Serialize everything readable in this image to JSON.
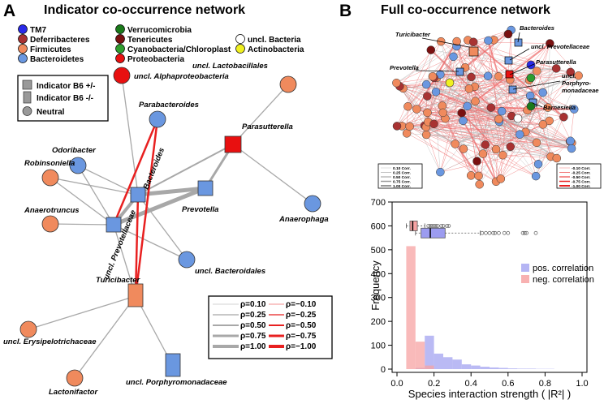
{
  "panel_a": {
    "letter": "A",
    "title": "Indicator co-occurrence network",
    "phyla": [
      {
        "name": "TM7",
        "color": "#2a2ae8"
      },
      {
        "name": "Deferribacteres",
        "color": "#a83232"
      },
      {
        "name": "Firmicutes",
        "color": "#f08a5d"
      },
      {
        "name": "Bacteroidetes",
        "color": "#6a97e0"
      },
      {
        "name": "Verrucomicrobia",
        "color": "#1a7a1a"
      },
      {
        "name": "Tenericutes",
        "color": "#7a1010"
      },
      {
        "name": "Cyanobacteria/Chloroplast",
        "color": "#2e9e2e"
      },
      {
        "name": "Proteobacteria",
        "color": "#e81010"
      },
      {
        "name": "uncl. Bacteria",
        "color": "#ffffff"
      },
      {
        "name": "Actinobacteria",
        "color": "#f0f020"
      }
    ],
    "shape_legend": [
      "Indicator B6 +/-",
      "Indicator B6 -/-",
      "Neutral"
    ],
    "rho_legend": {
      "positive": [
        "ρ=0.10",
        "ρ=0.25",
        "ρ=0.50",
        "ρ=0.75",
        "ρ=1.00"
      ],
      "negative": [
        "ρ=−0.10",
        "ρ=−0.25",
        "ρ=−0.50",
        "ρ=−0.75",
        "ρ=−1.00"
      ]
    },
    "nodes": {
      "lactobacillales": "uncl. Lactobacillales",
      "alphaproteobacteria": "uncl. Alphaproteobacteria",
      "odoribacter": "Odoribacter",
      "parabacteroides": "Parabacteroides",
      "parasutterella": "Parasutterella",
      "robinsoniella": "Robinsoniella",
      "bacteroides": "Bacteroides",
      "anaerophaga": "Anaerophaga",
      "anaerotruncus": "Anaerotruncus",
      "prevotella": "Prevotella",
      "prevotellaceae": "uncl. Prevotellaceae",
      "bacteroidales": "uncl. Bacteroidales",
      "turicibacter": "Turicibacter",
      "erysipelotrichaceae": "uncl. Erysipelotrichaceae",
      "lactonifactor": "Lactonifactor",
      "porphyromonadaceae": "uncl. Porphyromonadaceae"
    }
  },
  "panel_b": {
    "letter": "B",
    "title": "Full co-occurrence network",
    "network_labels": {
      "turicibacter": "Turicibacter",
      "bacteroides": "Bacteroides",
      "prevotellaceae": "uncl. Prevotellaceae",
      "parasutterella": "Parasutterella",
      "prevotella": "Prevotella",
      "porphyromonadaceae_1": "uncl.",
      "porphyromonadaceae_2": "Porphyro-",
      "porphyromonadaceae_3": "monadaceae",
      "barnesiella": "Barnesiella"
    },
    "corr_legend_pos": [
      "0.10 Corr.",
      "0.25 Corr.",
      "0.50 Corr.",
      "0.75 Corr.",
      "1.00 Corr."
    ],
    "corr_legend_neg": [
      "-0.10 Corr.",
      "-0.25 Corr.",
      "-0.50 Corr.",
      "-0.75 Corr.",
      "-1.00 Corr."
    ],
    "colors": {
      "pos": "#9c9cf0",
      "neg": "#f7a3a3"
    }
  },
  "chart_data": {
    "type": "bar",
    "xlabel": "Species interaction strength ( |R²| )",
    "ylabel": "Frequency",
    "xlim": [
      0,
      1
    ],
    "ylim": [
      0,
      700
    ],
    "xticks": [
      "0.0",
      "0.2",
      "0.4",
      "0.6",
      "0.8",
      "1.0"
    ],
    "yticks": [
      "0",
      "100",
      "200",
      "300",
      "400",
      "500",
      "600",
      "700"
    ],
    "bin_width": 0.05,
    "series": [
      {
        "name": "pos. correlation",
        "bins": [
          0.1,
          0.15,
          0.2,
          0.25,
          0.3,
          0.35,
          0.4,
          0.45,
          0.5,
          0.55,
          0.6,
          0.65,
          0.7,
          0.75,
          0.8
        ],
        "values": [
          5,
          140,
          65,
          50,
          40,
          20,
          15,
          10,
          7,
          5,
          3,
          2,
          2,
          1,
          1
        ]
      },
      {
        "name": "neg. correlation",
        "bins": [
          0.05,
          0.1,
          0.15
        ],
        "values": [
          515,
          115,
          15
        ]
      }
    ],
    "boxplots": {
      "neg": {
        "min": 0.05,
        "q1": 0.07,
        "median": 0.085,
        "q3": 0.11,
        "max": 0.15,
        "outliers": [
          0.17,
          0.18,
          0.19,
          0.2,
          0.21,
          0.22,
          0.24,
          0.25,
          0.27,
          0.28
        ]
      },
      "pos": {
        "min": 0.1,
        "q1": 0.13,
        "median": 0.18,
        "q3": 0.26,
        "max": 0.45,
        "outliers": [
          0.46,
          0.48,
          0.5,
          0.52,
          0.53,
          0.55,
          0.58,
          0.6,
          0.68,
          0.69,
          0.7,
          0.75
        ]
      }
    },
    "legend_position": "right"
  }
}
